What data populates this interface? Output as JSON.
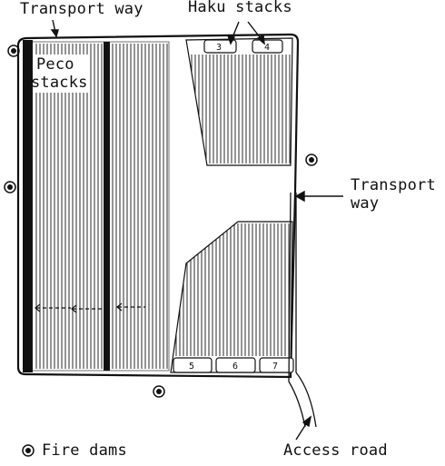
{
  "labels": {
    "transport_way_top": "Transport way",
    "haku_stacks": "Haku stacks",
    "peco_stacks_line1": "Peco",
    "peco_stacks_line2": "stacks",
    "transport_way_right_line1": "Transport",
    "transport_way_right_line2": "way",
    "fire_dams_legend": "Fire dams",
    "access_road": "Access road"
  },
  "stack_numbers": [
    "3",
    "4",
    "5",
    "6",
    "7"
  ],
  "colors": {
    "ink": "#111111",
    "background": "#ffffff"
  }
}
